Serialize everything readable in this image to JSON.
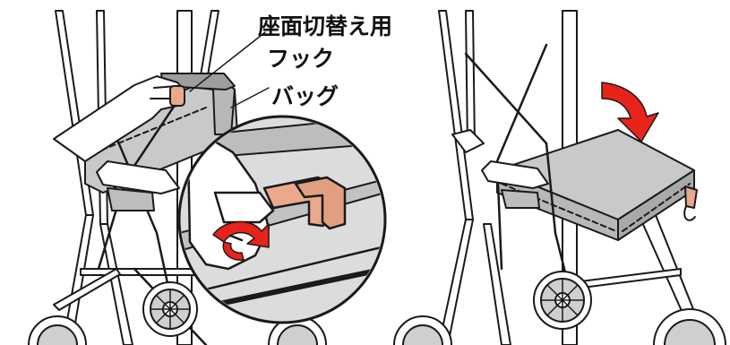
{
  "labels": {
    "seat_hook_line1": "座面切替え用",
    "seat_hook_line2": "フック",
    "bag": "バッグ"
  },
  "colors": {
    "line": "#1a1a1a",
    "frame_fill": "#ffffff",
    "bag_fill": "#c9c9c9",
    "bag_top": "#b8b8b8",
    "magnifier_bg": "#dcdcdc",
    "hook_fill": "#e9a98a",
    "arrow_red": "#e8231b"
  },
  "icons": {
    "rotate_arrow": "rotate-arrow-icon",
    "down_arrow": "curved-down-arrow-icon"
  }
}
